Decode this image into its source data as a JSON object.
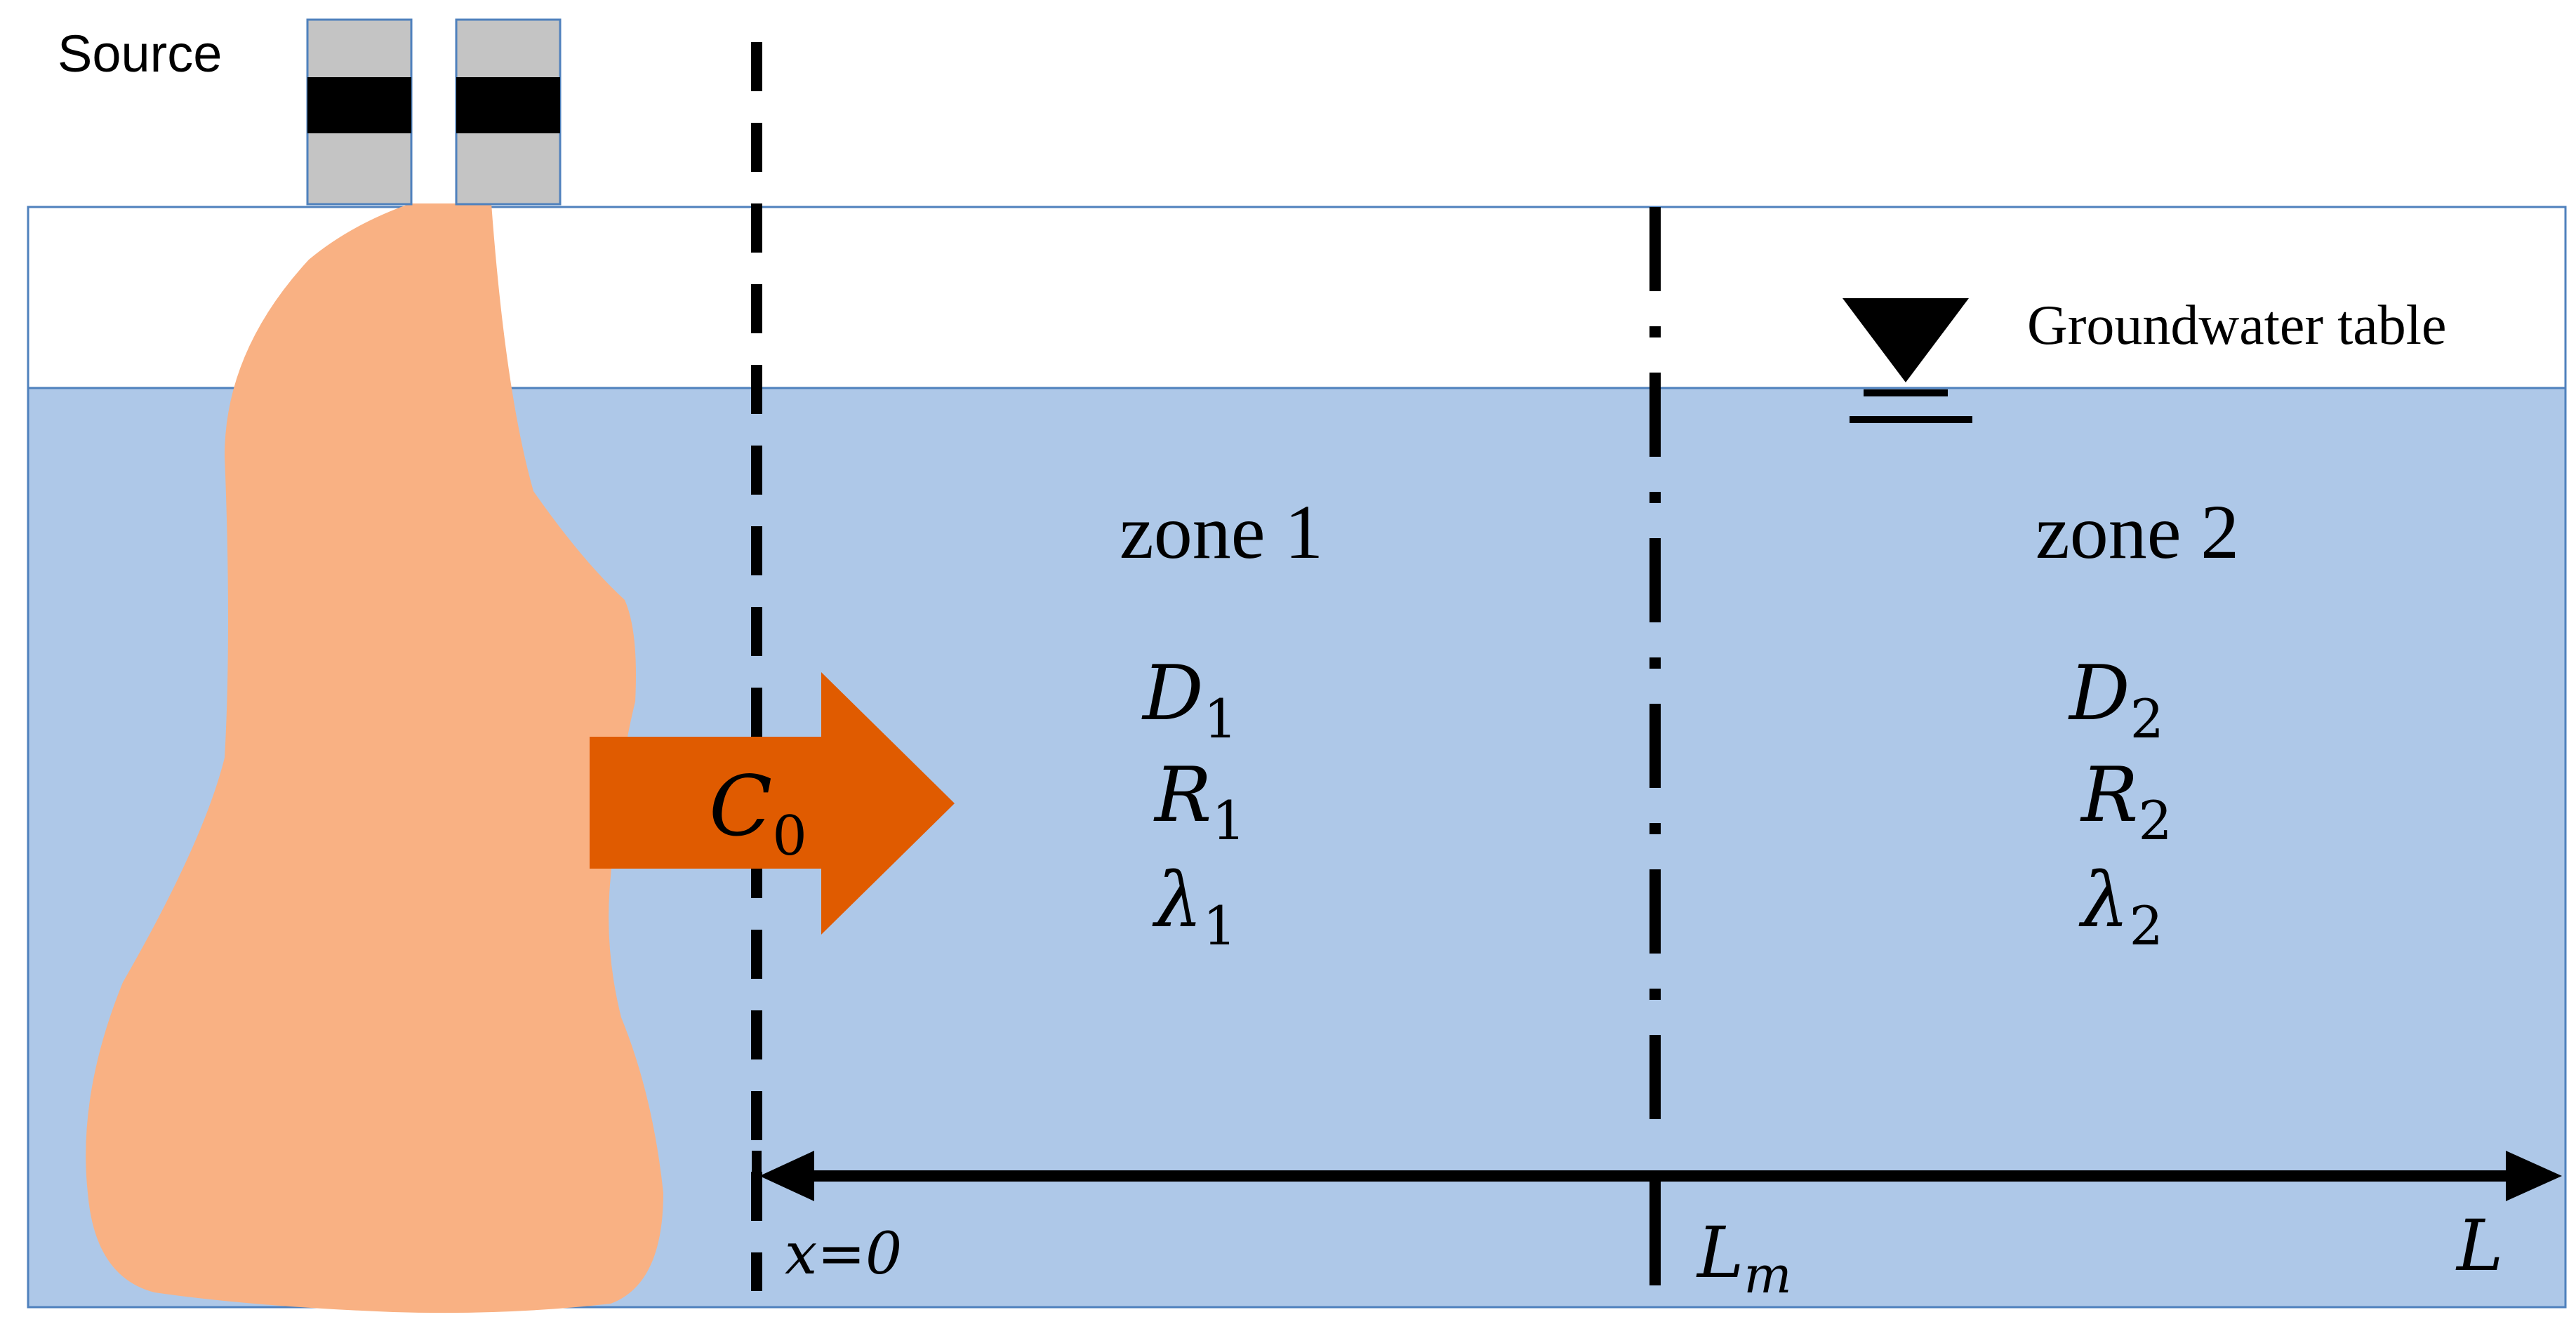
{
  "source": {
    "label": "Source"
  },
  "groundwater": {
    "label": "Groundwater table"
  },
  "zone1": {
    "title": "zone 1",
    "D": {
      "sym": "D",
      "sub": "1"
    },
    "R": {
      "sym": "R",
      "sub": "1"
    },
    "lambda": {
      "sym": "λ",
      "sub": "1"
    }
  },
  "zone2": {
    "title": "zone 2",
    "D": {
      "sym": "D",
      "sub": "2"
    },
    "R": {
      "sym": "R",
      "sub": "2"
    },
    "lambda": {
      "sym": "λ",
      "sub": "2"
    }
  },
  "inflow": {
    "sym": "C",
    "sub": "0"
  },
  "axis": {
    "origin": "x=0",
    "interface": {
      "sym": "L",
      "sub": "m"
    },
    "end": "L"
  },
  "colors": {
    "aquifer": "#aec8e8",
    "aquifer_border": "#4f81bd",
    "plume": "#f9b183",
    "arrow": "#e05b00",
    "source_box": "#c4c4c4",
    "ink": "#000000"
  }
}
